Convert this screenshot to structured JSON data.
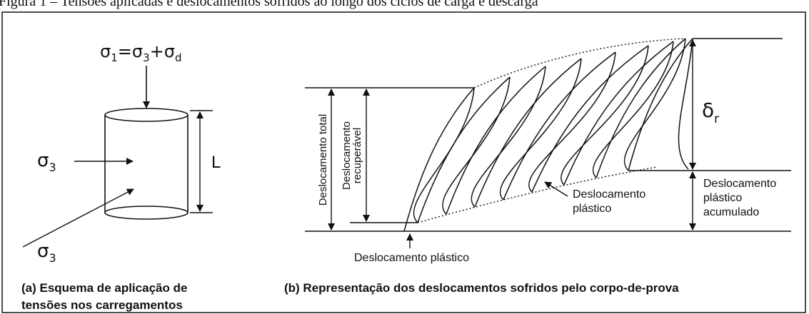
{
  "header": {
    "caption": "Figura 1 – Tensões aplicadas e deslocamentos sofridos ao longo dos ciclos de carga e descarga"
  },
  "panel_a": {
    "top_stress_main": "σ",
    "top_stress_sub1": "1",
    "top_stress_mid": "=σ",
    "top_stress_sub2": "3",
    "top_stress_plus": "+σ",
    "top_stress_sub3": "d",
    "lateral_main": "σ",
    "lateral_sub": "3",
    "oblique_main": "σ",
    "oblique_sub": "3",
    "length_label": "L",
    "caption_line1": "(a) Esquema de aplicação de",
    "caption_line2": "tensões nos carregamentos"
  },
  "panel_b": {
    "total_label": "Deslocamento total",
    "recoverable_line1": "Deslocamento",
    "recoverable_line2": "recuperável",
    "delta_main": "δ",
    "delta_sub": "r",
    "plastic_curve_line1": "Deslocamento",
    "plastic_curve_line2": "plástico",
    "accum_line1": "Deslocamento",
    "accum_line2": "plástico",
    "accum_line3": "acumulado",
    "bottom_plastic_label": "Deslocamento plástico",
    "caption": "(b) Representação dos deslocamentos sofridos pelo corpo-de-prova"
  }
}
